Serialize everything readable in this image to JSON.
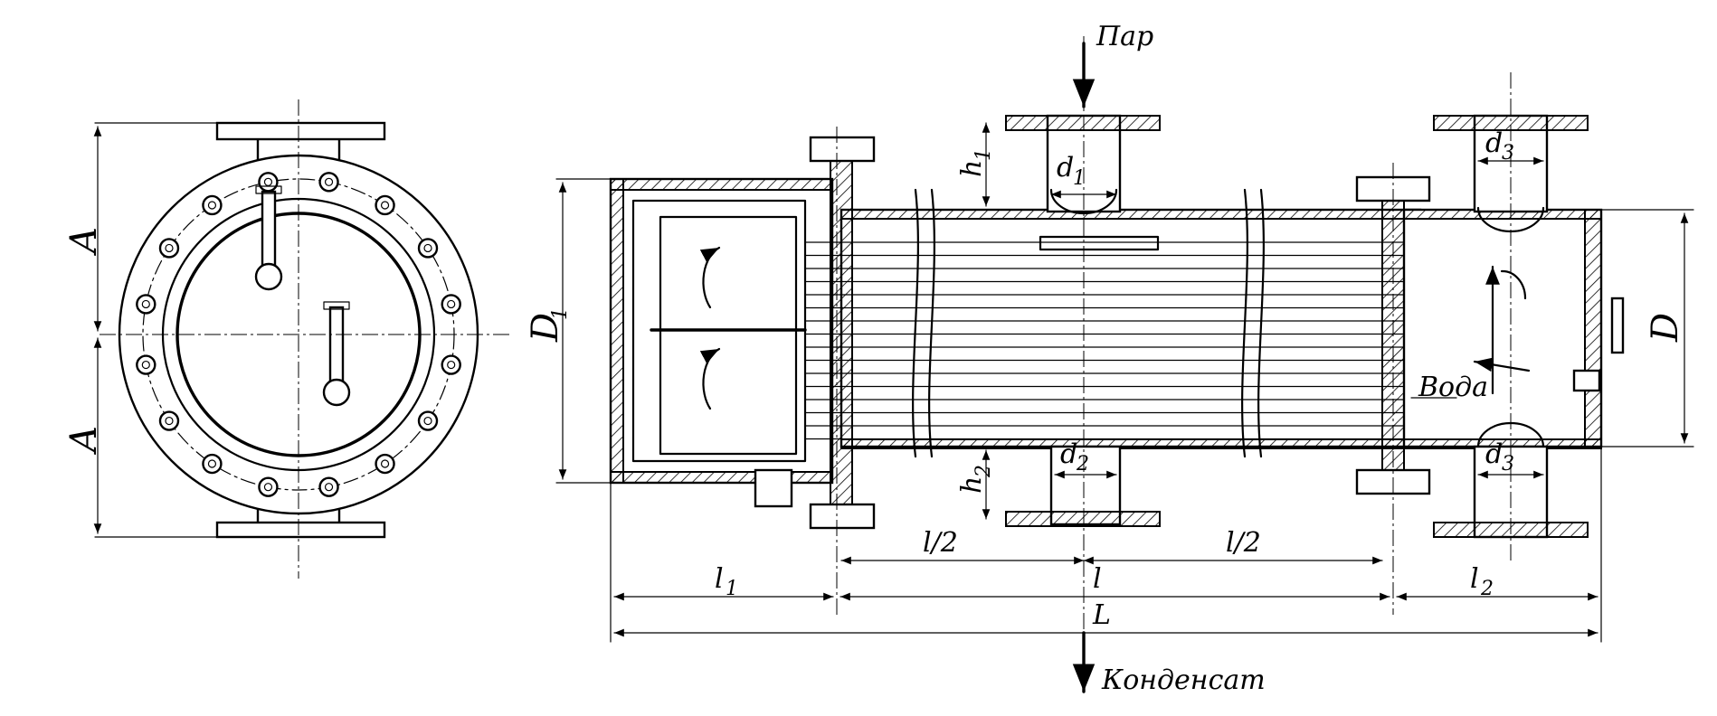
{
  "labels": {
    "steam_inlet": "Пар",
    "condensate_outlet": "Конденсат",
    "water": "Вода",
    "end_view_dim_top": "A",
    "end_view_dim_bottom": "A",
    "shell_diameter": "D",
    "head_diameter": "D",
    "head_diameter_sub": "1",
    "nozzle_d1": "d",
    "nozzle_d1_sub": "1",
    "nozzle_d2": "d",
    "nozzle_d2_sub": "2",
    "nozzle_d3_top": "d",
    "nozzle_d3_top_sub": "3",
    "nozzle_d3_bottom": "d",
    "nozzle_d3_bottom_sub": "3",
    "height_h1": "h",
    "height_h1_sub": "1",
    "height_h2": "h",
    "height_h2_sub": "2",
    "length_l1": "l",
    "length_l1_sub": "1",
    "length_l2": "l",
    "length_l2_sub": "2",
    "half_length_left": "l/2",
    "half_length_right": "l/2",
    "tube_length": "l",
    "overall_length": "L"
  }
}
